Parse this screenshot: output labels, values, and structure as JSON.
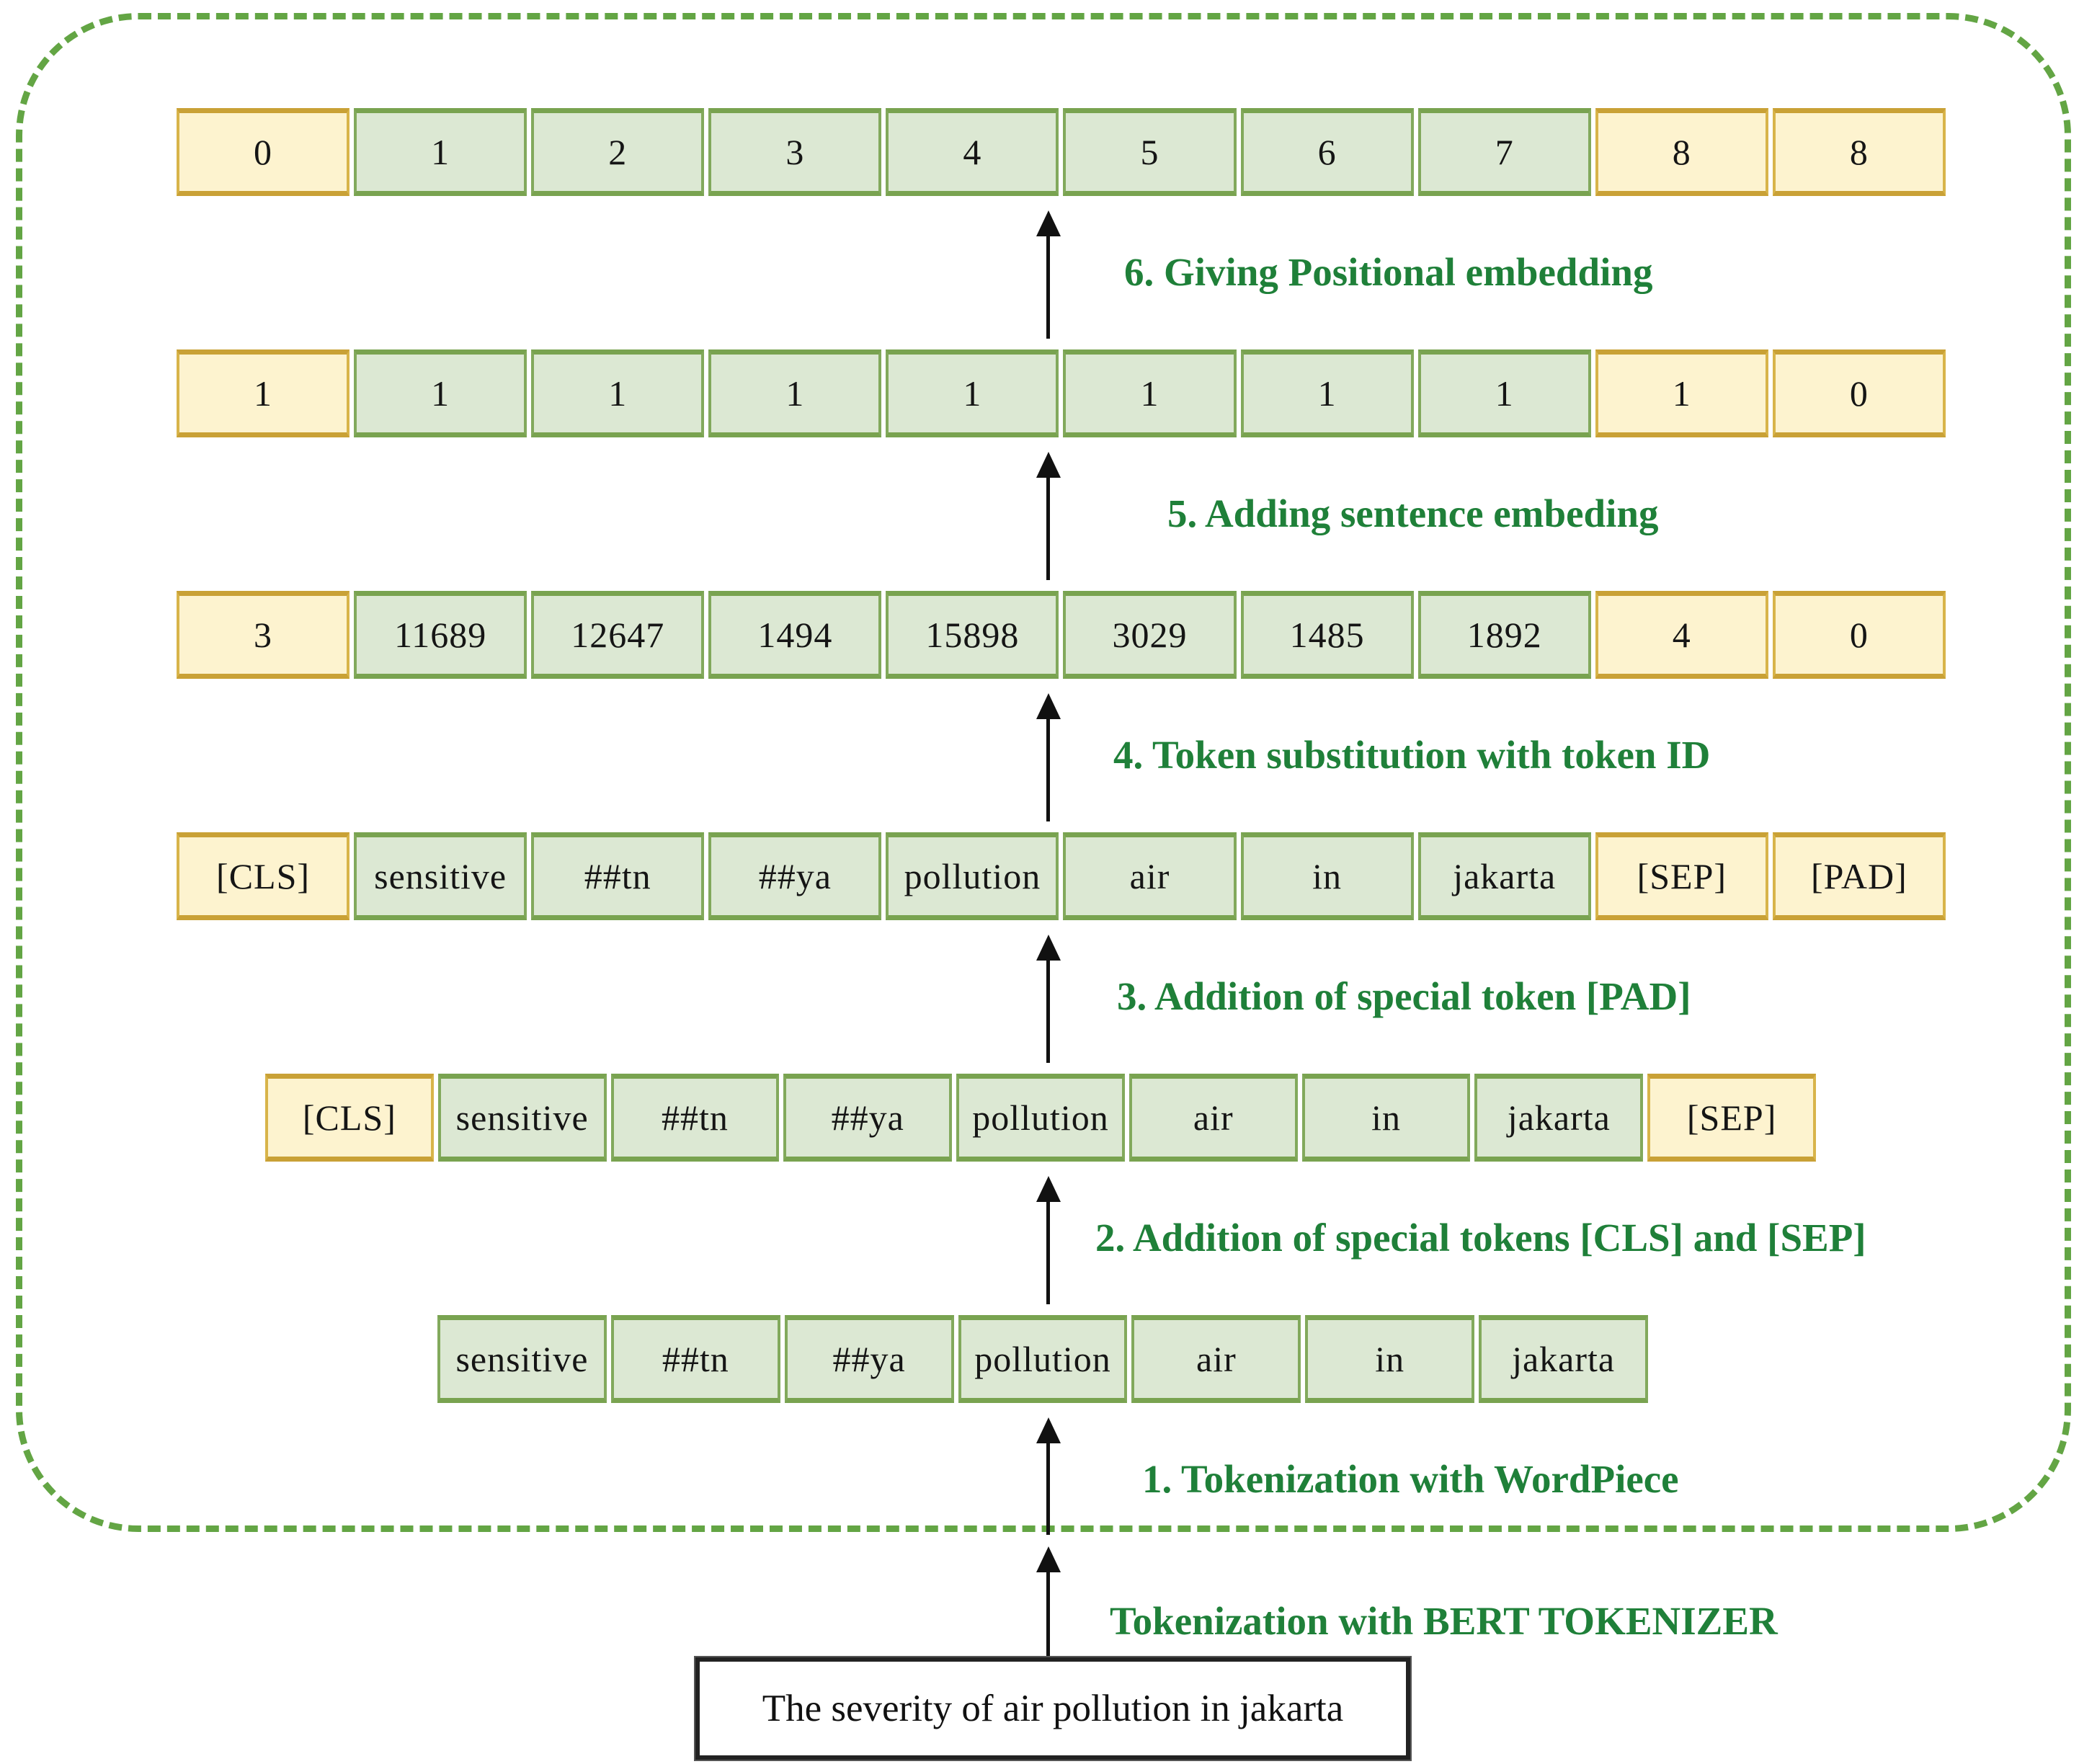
{
  "diagram": {
    "title_note": "BERT tokenizer pipeline",
    "colors": {
      "boundary_dash_green": "#63a544",
      "token_cell_fill": "#dce8d3",
      "token_cell_border": "#82a95c",
      "special_cell_fill": "#fdf3cf",
      "special_cell_border": "#d8b44a",
      "step_label_green": "#1f8039",
      "arrow_black": "#111111"
    },
    "stages": [
      {
        "row_name": "positional-embedding-row",
        "label": "6. Giving Positional embedding",
        "label_name": "step-6-label",
        "cells": [
          {
            "text": "0",
            "type": "special"
          },
          {
            "text": "1",
            "type": "token"
          },
          {
            "text": "2",
            "type": "token"
          },
          {
            "text": "3",
            "type": "token"
          },
          {
            "text": "4",
            "type": "token"
          },
          {
            "text": "5",
            "type": "token"
          },
          {
            "text": "6",
            "type": "token"
          },
          {
            "text": "7",
            "type": "token"
          },
          {
            "text": "8",
            "type": "special"
          },
          {
            "text": "8",
            "type": "special"
          }
        ]
      },
      {
        "row_name": "sentence-embedding-row",
        "label": "5. Adding sentence embeding",
        "label_name": "step-5-label",
        "cells": [
          {
            "text": "1",
            "type": "special"
          },
          {
            "text": "1",
            "type": "token"
          },
          {
            "text": "1",
            "type": "token"
          },
          {
            "text": "1",
            "type": "token"
          },
          {
            "text": "1",
            "type": "token"
          },
          {
            "text": "1",
            "type": "token"
          },
          {
            "text": "1",
            "type": "token"
          },
          {
            "text": "1",
            "type": "token"
          },
          {
            "text": "1",
            "type": "special"
          },
          {
            "text": "0",
            "type": "special"
          }
        ]
      },
      {
        "row_name": "token-id-row",
        "label": "4. Token substitution with token ID",
        "label_name": "step-4-label",
        "cells": [
          {
            "text": "3",
            "type": "special"
          },
          {
            "text": "11689",
            "type": "token"
          },
          {
            "text": "12647",
            "type": "token"
          },
          {
            "text": "1494",
            "type": "token"
          },
          {
            "text": "15898",
            "type": "token"
          },
          {
            "text": "3029",
            "type": "token"
          },
          {
            "text": "1485",
            "type": "token"
          },
          {
            "text": "1892",
            "type": "token"
          },
          {
            "text": "4",
            "type": "special"
          },
          {
            "text": "0",
            "type": "special"
          }
        ]
      },
      {
        "row_name": "padded-token-row",
        "label": "3. Addition of special token [PAD]",
        "label_name": "step-3-label",
        "cells": [
          {
            "text": "[CLS]",
            "type": "special"
          },
          {
            "text": "sensitive",
            "type": "token"
          },
          {
            "text": "##tn",
            "type": "token"
          },
          {
            "text": "##ya",
            "type": "token"
          },
          {
            "text": "pollution",
            "type": "token"
          },
          {
            "text": "air",
            "type": "token"
          },
          {
            "text": "in",
            "type": "token"
          },
          {
            "text": "jakarta",
            "type": "token"
          },
          {
            "text": "[SEP]",
            "type": "special"
          },
          {
            "text": "[PAD]",
            "type": "special"
          }
        ]
      },
      {
        "row_name": "special-token-row",
        "label": "2. Addition of special tokens [CLS] and [SEP]",
        "label_name": "step-2-label",
        "cells": [
          {
            "text": "[CLS]",
            "type": "special"
          },
          {
            "text": "sensitive",
            "type": "token"
          },
          {
            "text": "##tn",
            "type": "token"
          },
          {
            "text": "##ya",
            "type": "token"
          },
          {
            "text": "pollution",
            "type": "token"
          },
          {
            "text": "air",
            "type": "token"
          },
          {
            "text": "in",
            "type": "token"
          },
          {
            "text": "jakarta",
            "type": "token"
          },
          {
            "text": "[SEP]",
            "type": "special"
          }
        ]
      },
      {
        "row_name": "wordpiece-token-row",
        "label": "1. Tokenization with WordPiece",
        "label_name": "step-1-label",
        "cells": [
          {
            "text": "sensitive",
            "type": "token"
          },
          {
            "text": "##tn",
            "type": "token"
          },
          {
            "text": "##ya",
            "type": "token"
          },
          {
            "text": "pollution",
            "type": "token"
          },
          {
            "text": "air",
            "type": "token"
          },
          {
            "text": "in",
            "type": "token"
          },
          {
            "text": "jakarta",
            "type": "token"
          }
        ]
      }
    ],
    "bottom": {
      "tokenizer_label": "Tokenization with BERT TOKENIZER",
      "input_sentence": "The severity of air pollution in jakarta"
    }
  }
}
